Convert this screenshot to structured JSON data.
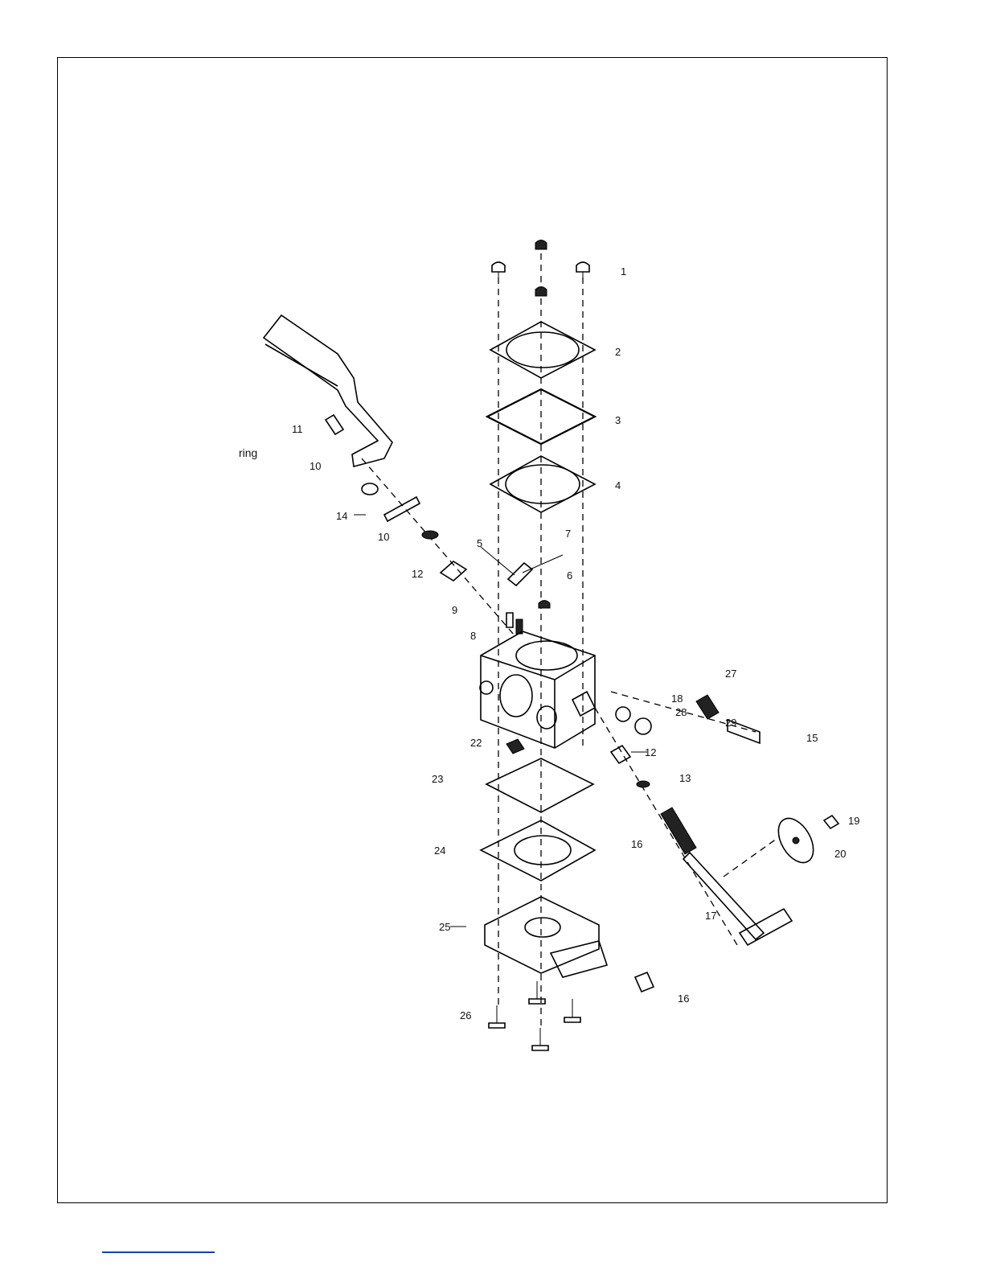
{
  "stray_text": "ring",
  "labels": {
    "l1": "1",
    "l2": "2",
    "l3": "3",
    "l4": "4",
    "l5": "5",
    "l6": "6",
    "l7": "7",
    "l8": "8",
    "l9": "9",
    "l10a": "10",
    "l10b": "10",
    "l11": "11",
    "l12a": "12",
    "l12b": "12",
    "l13": "13",
    "l14": "14",
    "l15": "15",
    "l16a": "16",
    "l16b": "16",
    "l17": "17",
    "l18": "18",
    "l19": "19",
    "l20": "20",
    "l22": "22",
    "l23": "23",
    "l24": "24",
    "l25": "25",
    "l26": "26",
    "l27": "27",
    "l28": "28",
    "l29": "29"
  },
  "colors": {
    "line": "#000000",
    "link_rule": "#0645ad"
  }
}
